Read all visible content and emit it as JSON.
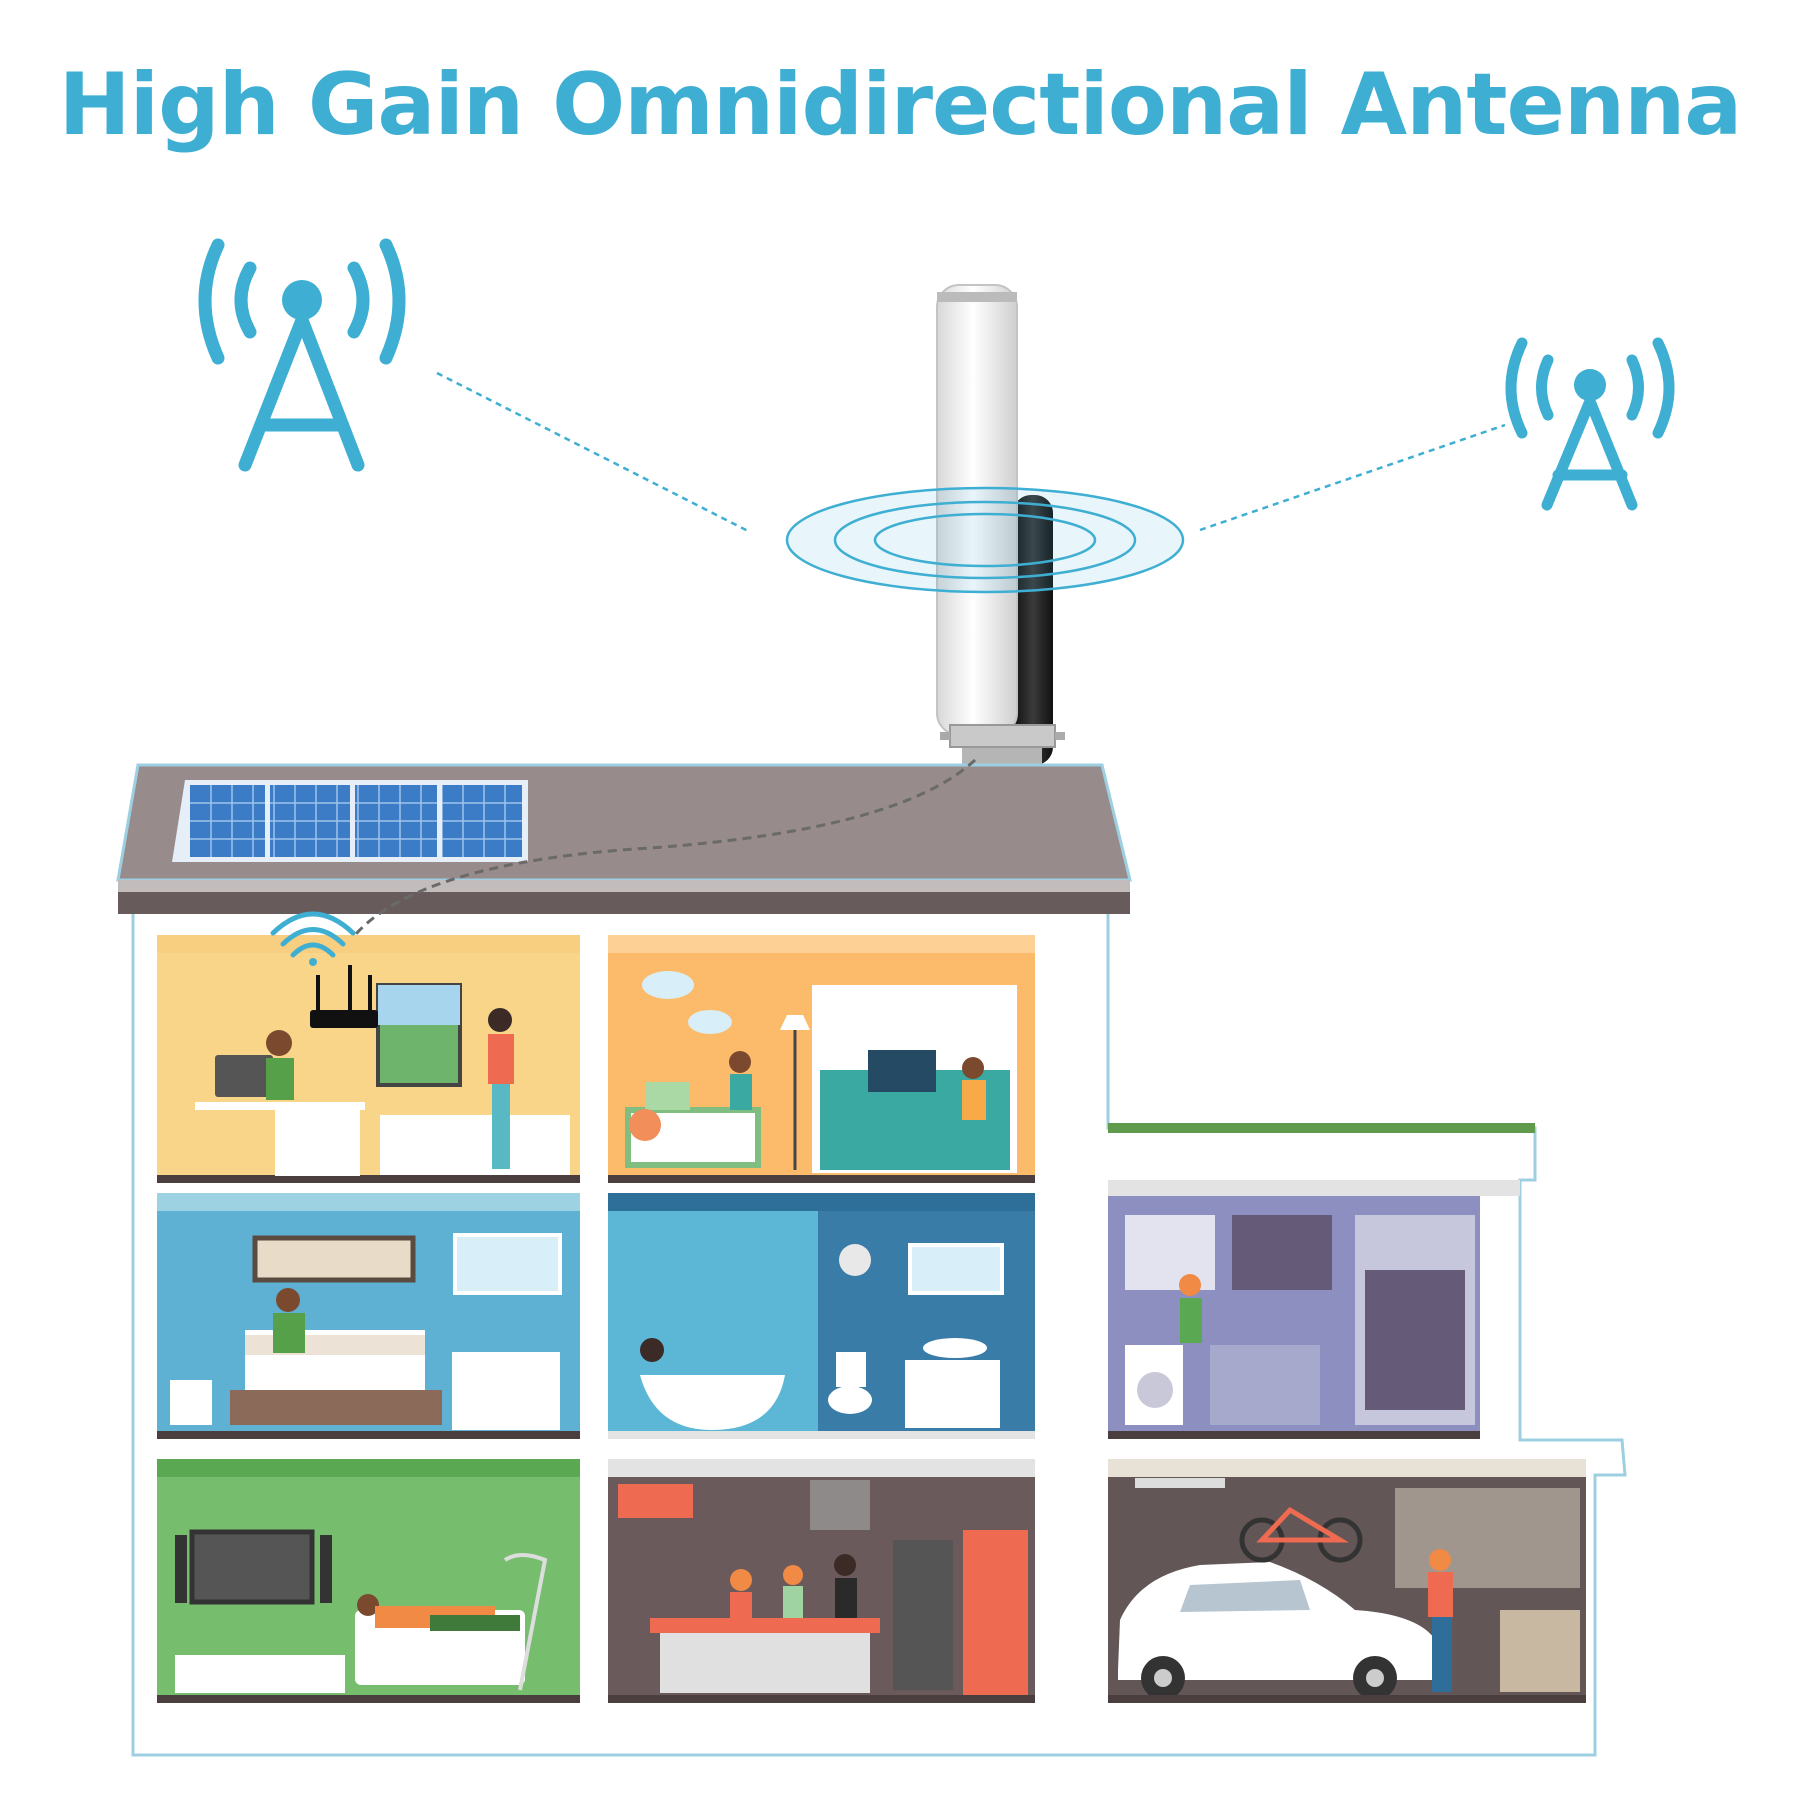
{
  "headline": "High Gain Omnidirectional Antenna",
  "colors": {
    "accent": "#3eafd3",
    "roof": "#978b8b",
    "house_outline": "#9ccfe2",
    "antenna_white": "#f2f2f2",
    "antenna_black": "#262626"
  },
  "icons": [
    "cell-tower-icon-left",
    "cell-tower-icon-right",
    "router-wifi-icon",
    "solar-panel"
  ],
  "rooms": [
    "office",
    "kids-room",
    "bedroom",
    "bathroom",
    "living-room",
    "kitchen",
    "laundry",
    "garage"
  ]
}
